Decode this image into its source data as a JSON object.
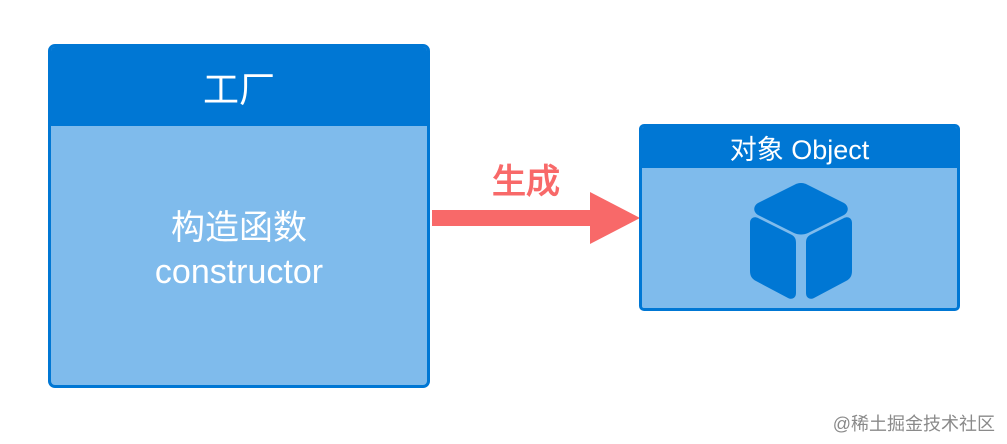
{
  "factory": {
    "title": "工厂",
    "body_line1": "构造函数",
    "body_line2": "constructor"
  },
  "arrow": {
    "label": "生成"
  },
  "object": {
    "title": "对象 Object",
    "icon": "cube-icon"
  },
  "watermark": "@稀土掘金技术社区",
  "colors": {
    "primary": "#0077d4",
    "box_fill": "#7fbbec",
    "arrow": "#f86969",
    "text_light": "#ffffff"
  }
}
